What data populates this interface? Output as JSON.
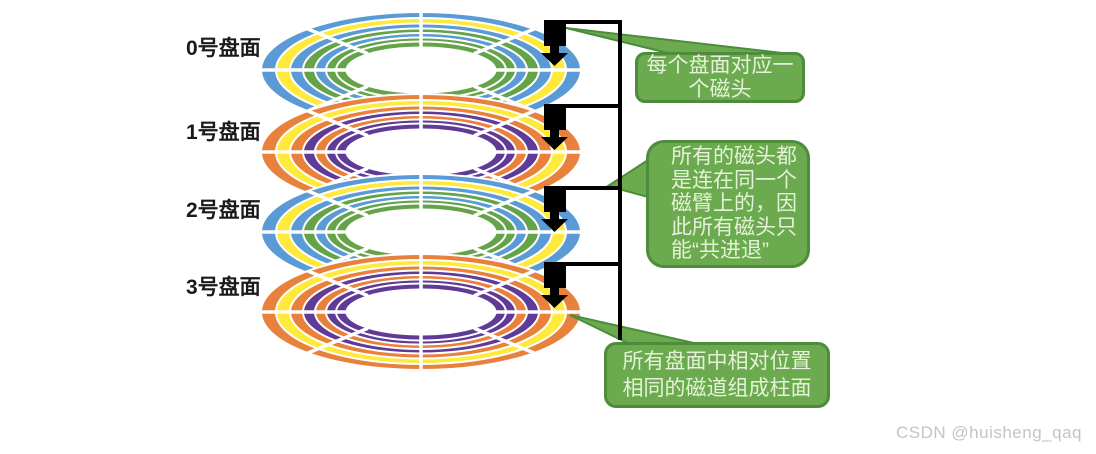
{
  "diagram_title": "hard-disk platters, heads and cylinder diagram",
  "platters": [
    {
      "label": "0号盘面",
      "scheme": "cool"
    },
    {
      "label": "1号盘面",
      "scheme": "warm"
    },
    {
      "label": "2号盘面",
      "scheme": "cool"
    },
    {
      "label": "3号盘面",
      "scheme": "warm"
    }
  ],
  "ring_colors": {
    "cool": [
      "#5B9BD5",
      "#FFE93B",
      "#5B9BD5",
      "#64A348",
      "#5B9BD5",
      "#64A348",
      "#64A348"
    ],
    "warm": [
      "#E8813B",
      "#FFE93B",
      "#E8813B",
      "#5F3A96",
      "#E8813B",
      "#5F3A96",
      "#5F3A96"
    ]
  },
  "arm": {
    "color": "#000000",
    "head_color": "#000000"
  },
  "callout_style": {
    "fill": "#6BAA4F",
    "border": "#4D8C3B",
    "text_color": "#E6F2D8"
  },
  "callouts": [
    {
      "id": "head-mapping",
      "lines": [
        "每个盘面对应一",
        "个磁头"
      ]
    },
    {
      "id": "arm-shared",
      "lines": [
        "所有的磁头都",
        "是连在同一个",
        "磁臂上的，因",
        "此所有磁头只",
        "能“共进退”"
      ]
    },
    {
      "id": "cylinder",
      "lines": [
        "所有盘面中相对位置",
        "相同的磁道组成柱面"
      ]
    }
  ],
  "watermark": "CSDN @huisheng_qaq"
}
